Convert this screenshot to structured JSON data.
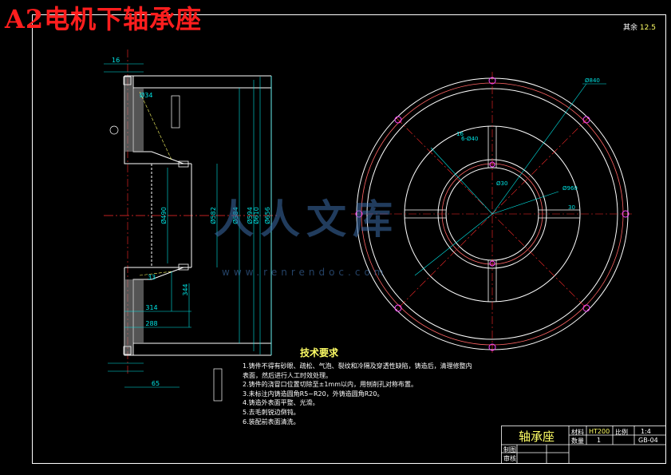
{
  "title": "A2电机下轴承座",
  "roughness": {
    "prefix": "其余",
    "value": "12.5"
  },
  "section_view": {
    "dimensions": [
      "Ø490",
      "Ø582",
      "Ø584",
      "Ø594",
      "Ø610",
      "Ø656",
      "344",
      "314",
      "288",
      "65",
      "16",
      "33",
      "Ø34"
    ]
  },
  "plan_view": {
    "dimensions": [
      "Ø840",
      "Ø960",
      "16",
      "6-Ø40",
      "Ø30",
      "30"
    ]
  },
  "tech_notes": {
    "heading": "技术要求",
    "items": [
      "1.铸件不得有砂眼、疏松、气泡、裂纹和冷隔及穿透性缺陷，铸造后，清理修整内表面，然后进行人工时效处理。",
      "2.铸件的浇冒口位置切除至±1mm以内，用刨削孔对称布置。",
      "3.未标注内铸造圆角R5~R20，外铸造圆角R20。",
      "4.铸造外表面平整、光滑。",
      "5.去毛刺锐边倒钝。",
      "6.装配前表面清洗。"
    ]
  },
  "title_block": {
    "part_name": "轴承座",
    "scale_label": "比例",
    "scale_value": "1:4",
    "qty_label": "数量",
    "qty_value": "1",
    "material_label": "材料",
    "material_value": "HT200",
    "drawing_no": "GB-04",
    "drawn_label": "制图",
    "checked_label": "审核"
  },
  "watermark": {
    "text": "人人文库",
    "url": "www.renrendoc.com"
  },
  "colors": {
    "outline": "#ffffff",
    "centerline": "#ff2a2a",
    "dimension": "#00e5e5",
    "hidden": "#ffff66",
    "accent": "#ff44ff"
  }
}
